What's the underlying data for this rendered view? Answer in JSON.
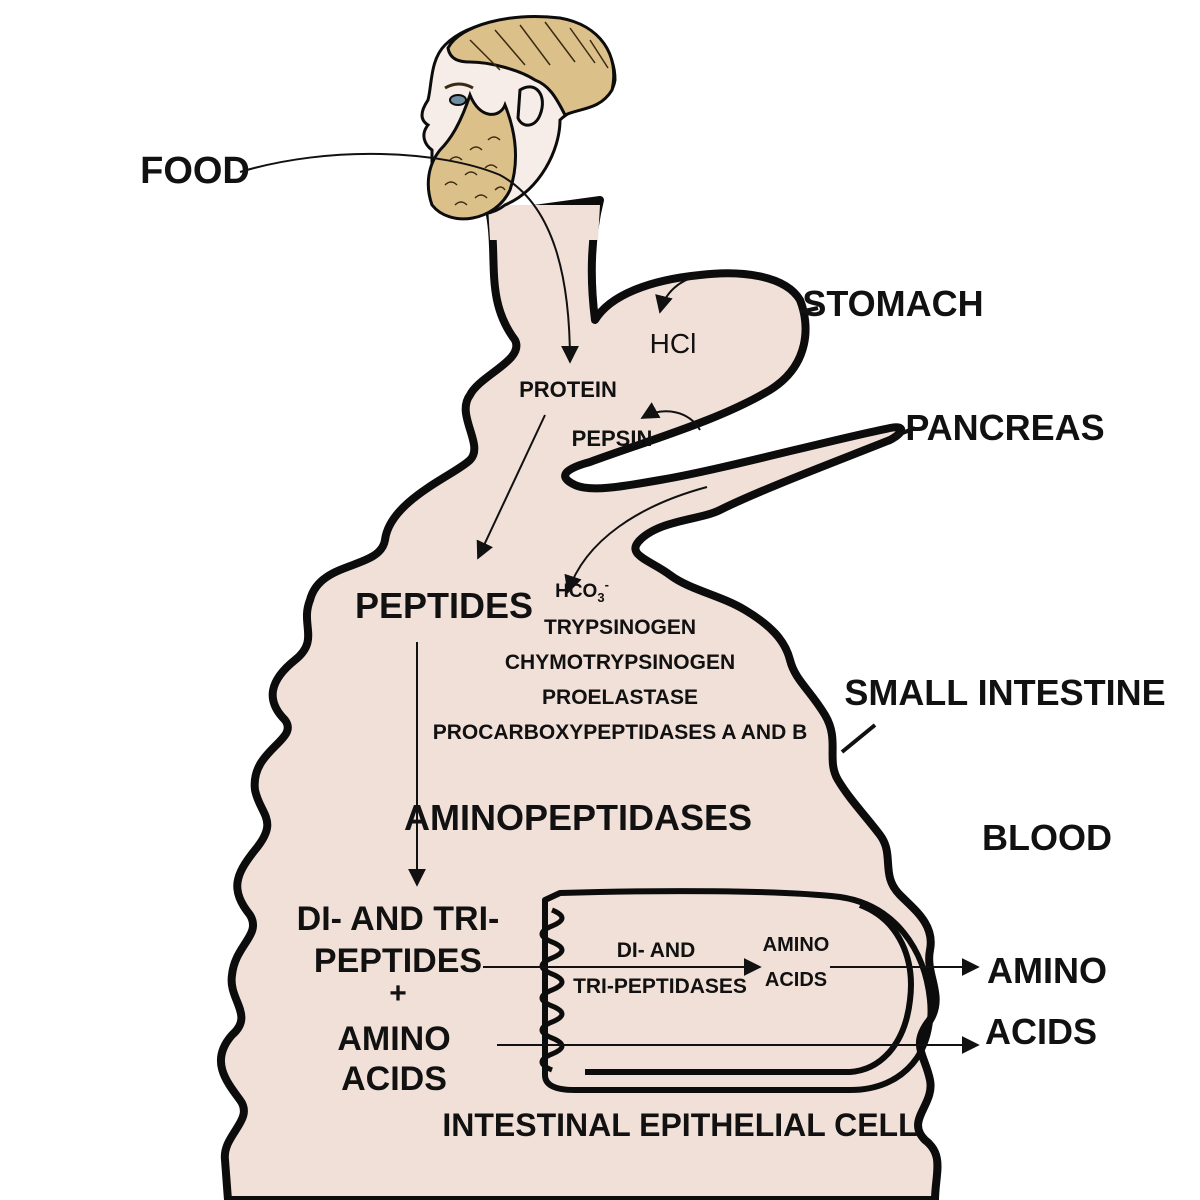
{
  "labels": {
    "food": "FOOD",
    "stomach": "STOMACH",
    "hcl": "HCl",
    "protein": "PROTEIN",
    "pepsin": "PEPSIN",
    "pancreas": "PANCREAS",
    "peptides": "PEPTIDES",
    "hco3_base": "HCO",
    "hco3_sub": "3",
    "hco3_sup": "-",
    "trypsinogen": "TRYPSINOGEN",
    "chymotrypsinogen": "CHYMOTRYPSINOGEN",
    "proelastase": "PROELASTASE",
    "procarboxy": "PROCARBOXYPEPTIDASES A AND B",
    "small_intestine": "SMALL INTESTINE",
    "aminopeptidases": "AMINOPEPTIDASES",
    "blood": "BLOOD",
    "di_tri_line1": "DI- AND TRI-",
    "di_tri_line2": "PEPTIDES",
    "plus": "+",
    "amino_line1": "AMINO",
    "amino_line2": "ACIDS",
    "peptidases_line1": "DI- AND",
    "peptidases_line2": "TRI-PEPTIDASES",
    "cell_amino_line1": "AMINO",
    "cell_amino_line2": "ACIDS",
    "blood_amino": "AMINO",
    "blood_acids": "ACIDS",
    "epithelial": "INTESTINAL EPITHELIAL CELL"
  },
  "colors": {
    "body_fill": "#f1e0d8",
    "outline": "#0c0c0c",
    "hair": "#dcc08a",
    "skin": "#f6ece8",
    "eye": "#6f8ea4"
  }
}
